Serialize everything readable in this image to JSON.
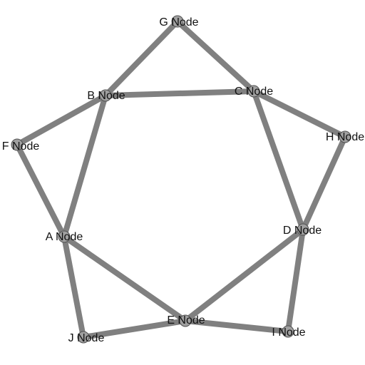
{
  "graph": {
    "nodes": [
      {
        "id": "G",
        "label": "G Node"
      },
      {
        "id": "B",
        "label": "B Node"
      },
      {
        "id": "C",
        "label": "C Node"
      },
      {
        "id": "F",
        "label": "F Node"
      },
      {
        "id": "H",
        "label": "H Node"
      },
      {
        "id": "A",
        "label": "A Node"
      },
      {
        "id": "D",
        "label": "D Node"
      },
      {
        "id": "E",
        "label": "E Node"
      },
      {
        "id": "J",
        "label": "J Node"
      },
      {
        "id": "I",
        "label": "I Node"
      }
    ],
    "edges": [
      [
        "G",
        "B"
      ],
      [
        "G",
        "C"
      ],
      [
        "B",
        "C"
      ],
      [
        "B",
        "F"
      ],
      [
        "B",
        "A"
      ],
      [
        "F",
        "A"
      ],
      [
        "C",
        "H"
      ],
      [
        "C",
        "D"
      ],
      [
        "H",
        "D"
      ],
      [
        "A",
        "E"
      ],
      [
        "A",
        "J"
      ],
      [
        "J",
        "E"
      ],
      [
        "E",
        "D"
      ],
      [
        "E",
        "I"
      ],
      [
        "D",
        "I"
      ]
    ],
    "colors": {
      "edge": "#808080",
      "node_fill": "#a0a0a0",
      "node_stroke": "#505050",
      "label": "#111111",
      "background": "#ffffff"
    }
  }
}
